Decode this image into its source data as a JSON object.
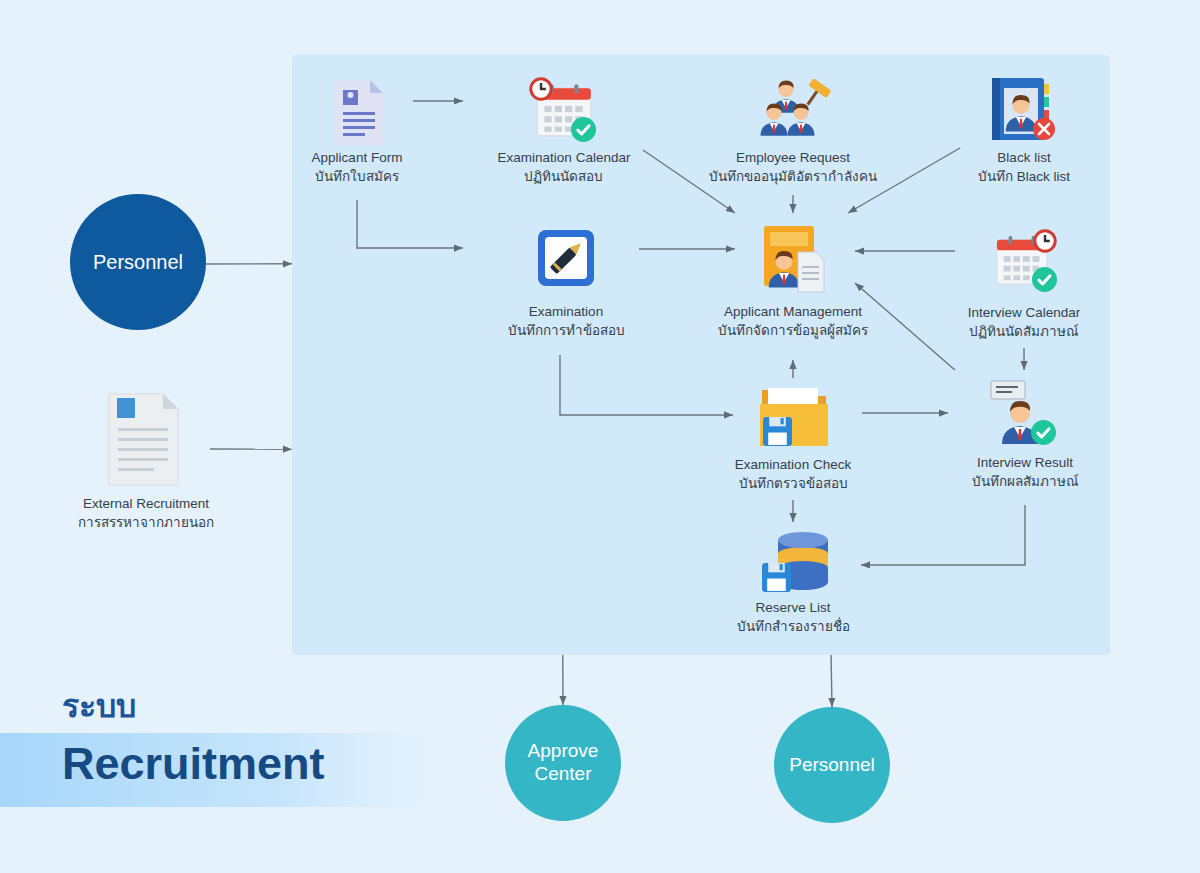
{
  "diagram": {
    "title": "Recruitment",
    "nodes": [
      {
        "text": []
      },
      {
        "text": [
          "Applicant Form",
          "บันทึกใบสมัคร"
        ],
        "in": 0
      },
      {
        "text": [
          "Examination Calendar",
          "ปฏิทินนัดสอบ"
        ],
        "in": 0
      },
      {
        "text": [
          "Employee Request",
          "บันทึกขออนุมัติอัตรากำลังคน"
        ],
        "in": 0
      },
      {
        "text": [
          "Black list",
          "บันทึก Black list"
        ],
        "in": 0
      },
      {
        "text": [
          "Examination",
          "บันทึกการทำข้อสอบ"
        ],
        "in": 0
      },
      {
        "text": [
          "Applicant Management",
          "บันทึกจัดการข้อมูลผู้สมัคร"
        ],
        "in": 0
      },
      {
        "text": [
          "Interview Calendar",
          "ปฏิทินนัดสัมภาษณ์"
        ],
        "in": 0
      },
      {
        "text": [
          "Examination Check",
          "บันทึกตรวจข้อสอบ"
        ],
        "in": 0
      },
      {
        "text": [
          "Interview Result",
          "บันทึกผลสัมภาษณ์"
        ],
        "in": 0
      },
      {
        "text": [
          "Reserve List",
          "บันทึกสำรองรายชื่อ"
        ],
        "in": 0
      },
      {
        "text": [
          "Personnel"
        ]
      },
      {
        "text": [
          "External Recruitment",
          "การสรรหาจากภายนอก"
        ]
      },
      {
        "text": [
          "Approve Center"
        ]
      },
      {
        "text": [
          "Personnel"
        ]
      }
    ],
    "edges": [
      {
        "from": 1,
        "to": 2,
        "arrow": "to"
      },
      {
        "from": 1,
        "to": 5,
        "arrow": "to"
      },
      {
        "from": 2,
        "to": 6,
        "arrow": "to"
      },
      {
        "from": 3,
        "to": 6,
        "arrow": "to"
      },
      {
        "from": 4,
        "to": 6,
        "arrow": "to"
      },
      {
        "from": 5,
        "to": 6,
        "arrow": "to"
      },
      {
        "from": 7,
        "to": 6,
        "arrow": "to"
      },
      {
        "from": 9,
        "to": 6,
        "arrow": "to"
      },
      {
        "from": 5,
        "to": 8,
        "arrow": "to"
      },
      {
        "from": 8,
        "to": 6,
        "arrow": "to"
      },
      {
        "from": 8,
        "to": 9,
        "arrow": "to"
      },
      {
        "from": 7,
        "to": 9,
        "arrow": "to"
      },
      {
        "from": 8,
        "to": 10,
        "arrow": "to"
      },
      {
        "from": 9,
        "to": 10,
        "arrow": "to"
      },
      {
        "from": 11,
        "to": 0,
        "arrow": "to"
      },
      {
        "from": 12,
        "to": 0,
        "arrow": "to"
      },
      {
        "from": 0,
        "to": 13,
        "arrow": "to"
      },
      {
        "from": 0,
        "to": 14,
        "arrow": "to"
      }
    ],
    "labels": [
      "ระบบ"
    ]
  }
}
